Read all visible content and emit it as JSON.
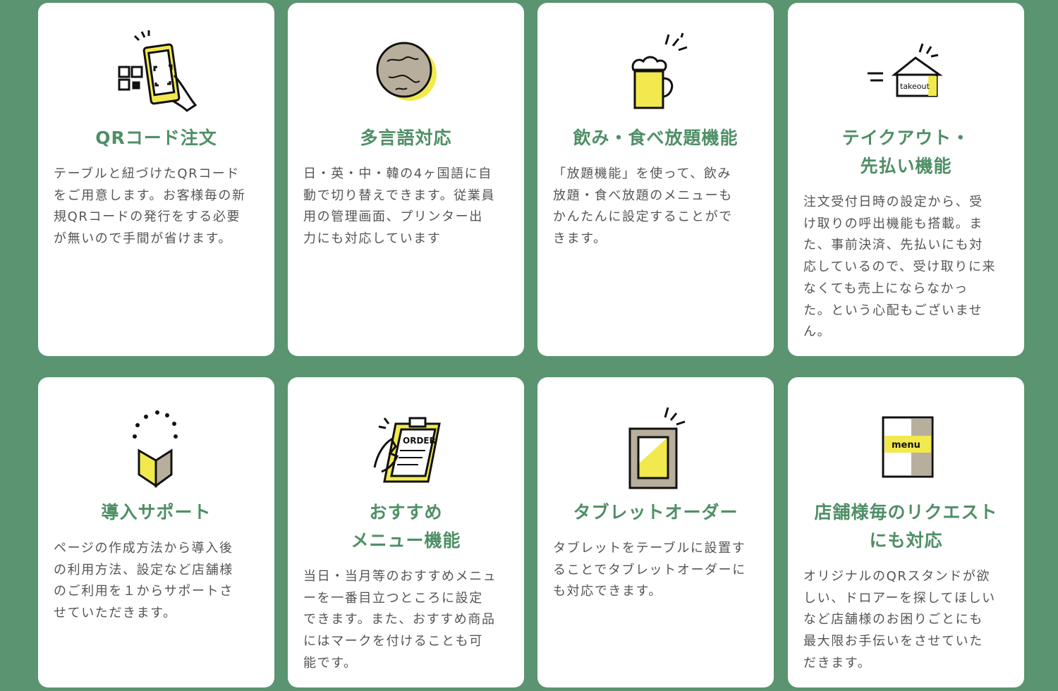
{
  "colors": {
    "background": "#5a9470",
    "title": "#4f8f66",
    "text": "#555555",
    "accent": "#f2e94e"
  },
  "features": [
    {
      "icon": "qr-phone-icon",
      "title": "QRコード注文",
      "description": "テーブルと紐づけたQRコード\nをご用意します。お客様毎の新\n規QRコードの発行をする必要\nが無いので手間が省けます。"
    },
    {
      "icon": "globe-icon",
      "title": "多言語対応",
      "description": "日・英・中・韓の4ヶ国語に自\n動で切り替えできます。従業員\n用の管理画面、プリンター出\n力にも対応しています"
    },
    {
      "icon": "beer-mug-icon",
      "title": "飲み・食べ放題機能",
      "description": "「放題機能」を使って、飲み\n放題・食べ放題のメニューも\nかんたんに設定することがで\nきます。"
    },
    {
      "icon": "takeout-house-icon",
      "icon_label": "takeout",
      "title": "テイクアウト・\n先払い機能",
      "description": "注文受付日時の設定から、受\nけ取りの呼出機能も搭載。ま\nた、事前決済、先払いにも対\n応しているので、受け取りに来\nなくても売上にならなかっ\nた。という心配もございませ\nん。"
    },
    {
      "icon": "beginner-mark-icon",
      "title": "導入サポート",
      "description": "ページの作成方法から導入後\nの利用方法、設定など店舗様\nのご利用を１からサポートさ\nせていただきます。"
    },
    {
      "icon": "order-clipboard-icon",
      "icon_label": "ORDER",
      "title": "おすすめ\nメニュー機能",
      "description": "当日・当月等のおすすめメニュ\nーを一番目立つところに設定\nできます。また、おすすめ商品\nにはマークを付けることも可\n能です。"
    },
    {
      "icon": "tablet-icon",
      "title": "タブレットオーダー",
      "description": "タブレットをテーブルに設置す\nることでタブレットオーダーに\nも対応できます。"
    },
    {
      "icon": "menu-book-icon",
      "icon_label": "menu",
      "title": "店舗様毎のリクエスト\nにも対応",
      "description": "オリジナルのQRスタンドが欲\nしい、ドロアーを探してほしい\nなど店舗様のお困りごとにも\n最大限お手伝いをさせていた\nだきます。"
    }
  ]
}
